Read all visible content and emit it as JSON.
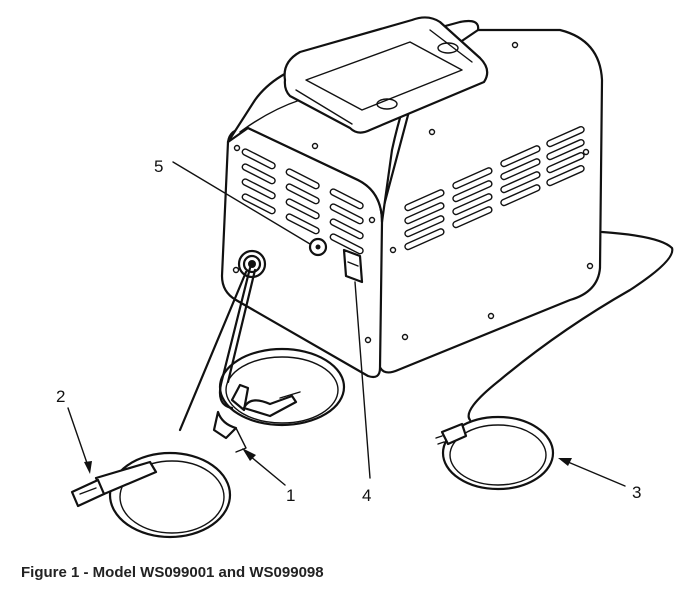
{
  "callouts": [
    {
      "number": "1"
    },
    {
      "number": "2"
    },
    {
      "number": "3"
    },
    {
      "number": "4"
    },
    {
      "number": "5"
    }
  ],
  "caption": "Figure 1 - Model WS099001 and WS099098",
  "colors": {
    "line": "#111111",
    "background": "#ffffff"
  }
}
